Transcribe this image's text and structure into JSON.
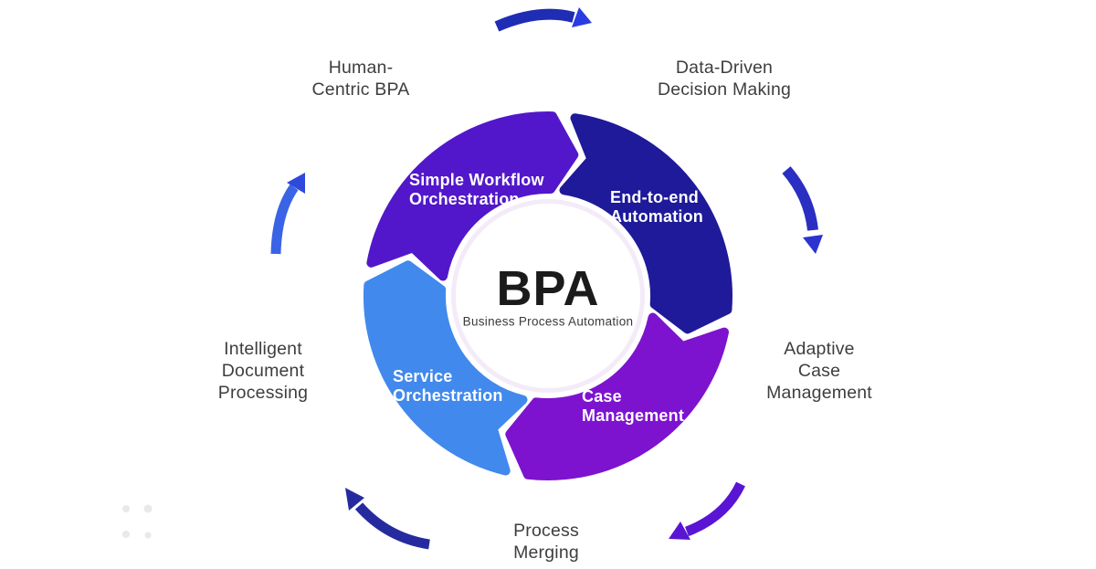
{
  "title": "BPA Business Process Automation cycle",
  "center": {
    "acronym": "BPA",
    "subtitle": "Business Process Automation"
  },
  "segments": [
    {
      "name": "simple-workflow-orchestration",
      "label": "Simple Workflow\nOrchestration",
      "color": "#5217ca"
    },
    {
      "name": "end-to-end-automation",
      "label": "End-to-end\nAutomation",
      "color": "#1e1a99"
    },
    {
      "name": "case-management",
      "label": "Case\nManagement",
      "color": "#7d13cf"
    },
    {
      "name": "service-orchestration",
      "label": "Service\nOrchestration",
      "color": "#4189ec"
    }
  ],
  "outer_labels": [
    {
      "name": "human-centric-bpa",
      "label": "Human-\nCentric BPA"
    },
    {
      "name": "data-driven-decision-making",
      "label": "Data-Driven\nDecision Making"
    },
    {
      "name": "adaptive-case-management",
      "label": "Adaptive\nCase\nManagement"
    },
    {
      "name": "process-merging",
      "label": "Process\nMerging"
    },
    {
      "name": "intelligent-document-processing",
      "label": "Intelligent\nDocument\nProcessing"
    }
  ],
  "arrows": [
    {
      "name": "flow-arrow-top",
      "body_color": "#1f2db4",
      "head_color": "#2a3ce2"
    },
    {
      "name": "flow-arrow-right",
      "body_color": "#2a2ec2",
      "head_color": "#2d33cf"
    },
    {
      "name": "flow-arrow-bottom-right",
      "body_color": "#5a14d4",
      "head_color": "#5a14d4"
    },
    {
      "name": "flow-arrow-bottom-left",
      "body_color": "#252b9f",
      "head_color": "#252b9f"
    },
    {
      "name": "flow-arrow-left",
      "body_color": "#3a64e6",
      "head_color": "#2f49da"
    }
  ],
  "decor": {
    "dot_color": "#e9e9e9",
    "center_glow_color": "#f0e3f6"
  }
}
